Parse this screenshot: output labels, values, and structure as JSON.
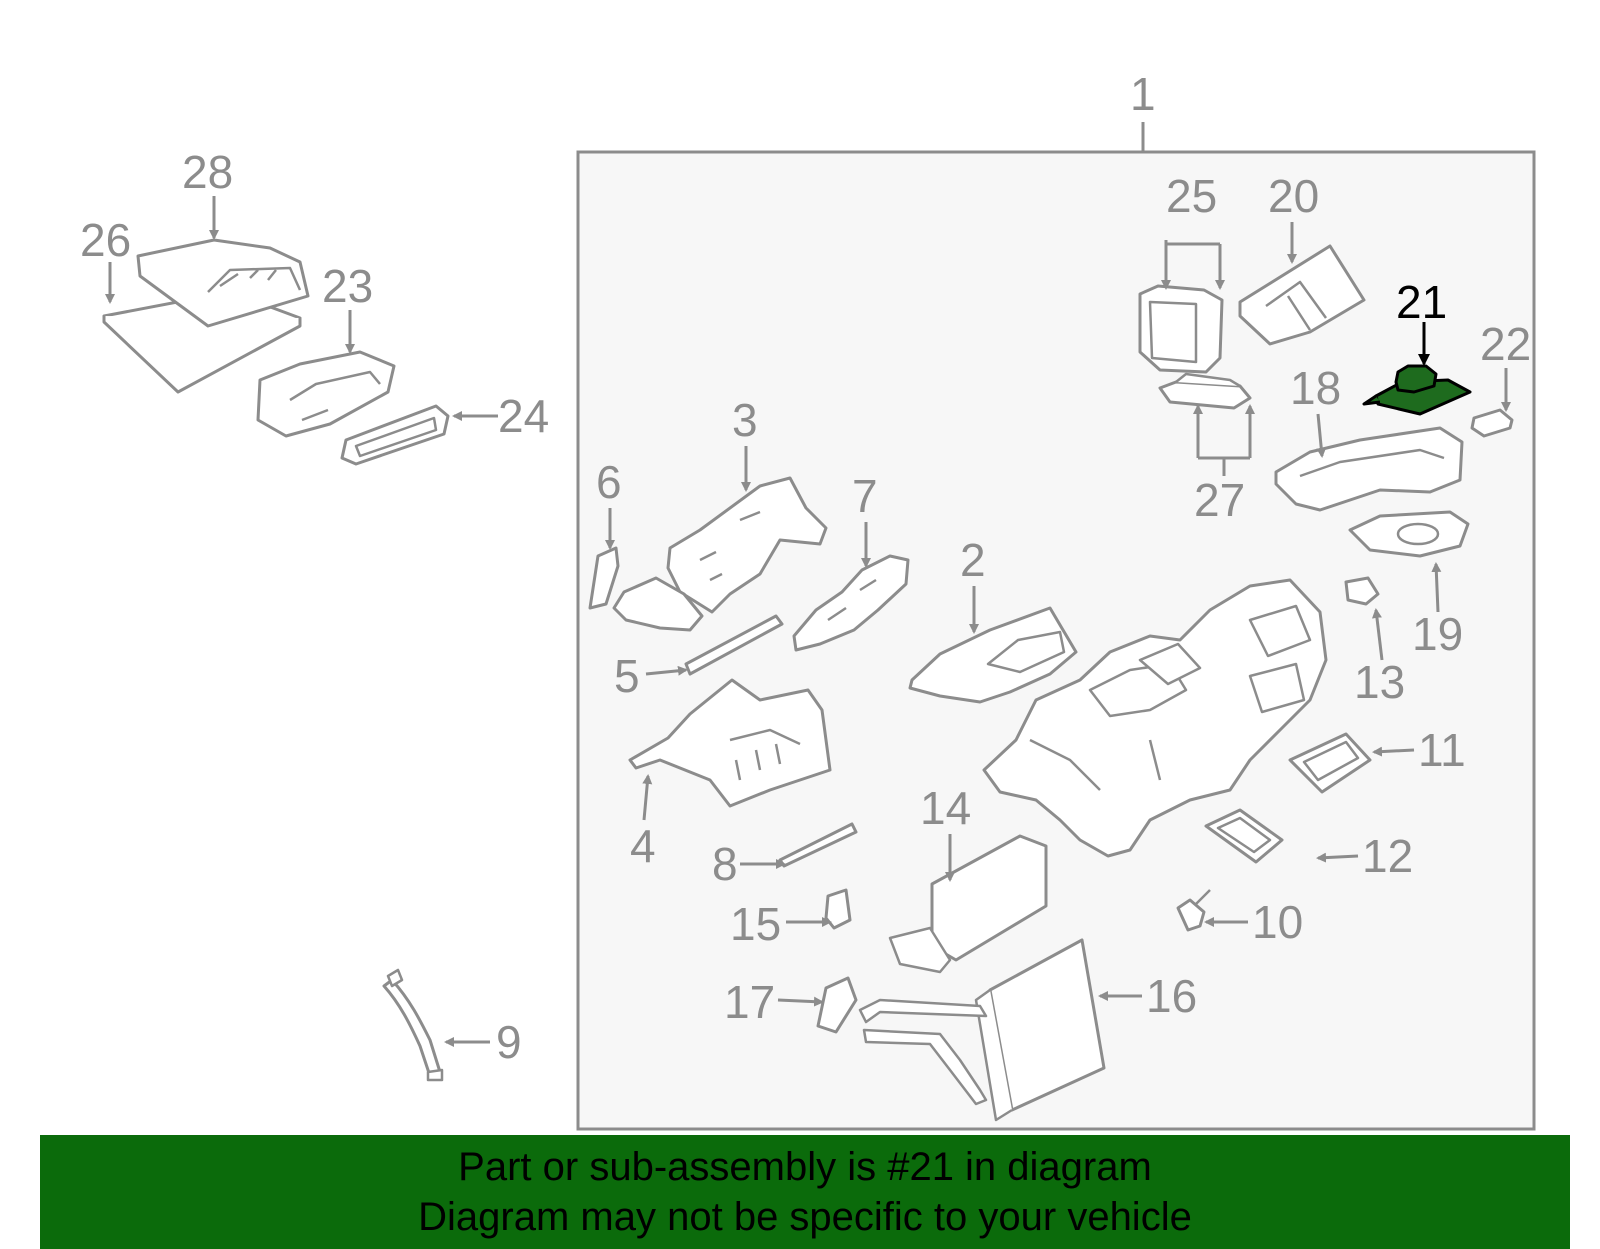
{
  "callouts": {
    "c1": "1",
    "c2": "2",
    "c3": "3",
    "c4": "4",
    "c5": "5",
    "c6": "6",
    "c7": "7",
    "c8": "8",
    "c9": "9",
    "c10": "10",
    "c11": "11",
    "c12": "12",
    "c13": "13",
    "c14": "14",
    "c15": "15",
    "c16": "16",
    "c17": "17",
    "c18": "18",
    "c19": "19",
    "c20": "20",
    "c21": "21",
    "c22": "22",
    "c23": "23",
    "c24": "24",
    "c25": "25",
    "c26": "26",
    "c27": "27",
    "c28": "28"
  },
  "highlighted_part": "21",
  "colors": {
    "highlight_fill": "#1e6b1e",
    "banner": "#0b6b0b",
    "linework": "#8c8c8c",
    "panel": "#f7f7f7"
  },
  "banner": {
    "line1": "Part or sub-assembly is #21 in diagram",
    "line2": "Diagram may not be specific to your vehicle"
  }
}
